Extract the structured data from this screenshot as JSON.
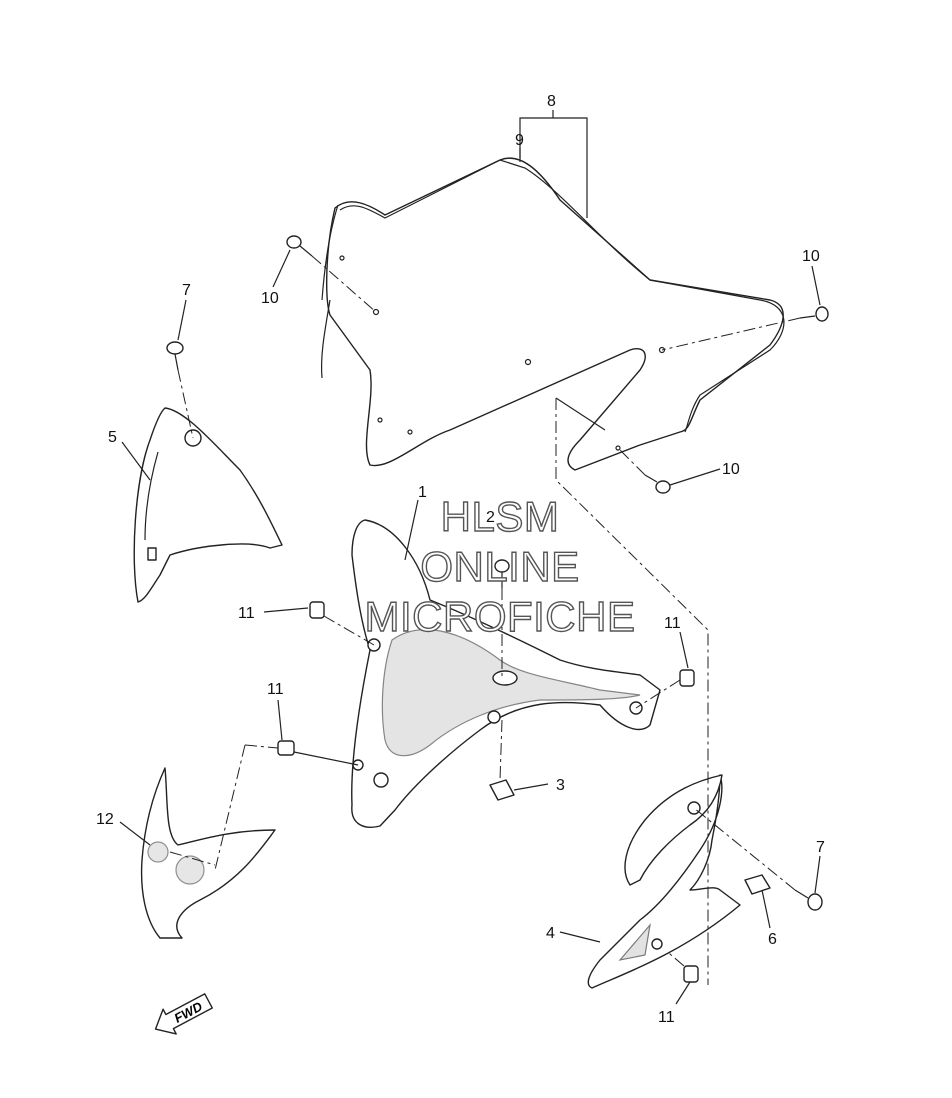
{
  "callouts": {
    "n1": "1",
    "n2": "2",
    "n3": "3",
    "n4": "4",
    "n5": "5",
    "n6": "6",
    "n7a": "7",
    "n7b": "7",
    "n8": "8",
    "n9": "9",
    "n10a": "10",
    "n10b": "10",
    "n10c": "10",
    "n11a": "11",
    "n11b": "11",
    "n11c": "11",
    "n11d": "11",
    "n12": "12"
  },
  "fwd_label": "FWD",
  "watermark": {
    "line1": "HLSM",
    "line2": "ONLINE",
    "line3": "MICROFICHE"
  }
}
